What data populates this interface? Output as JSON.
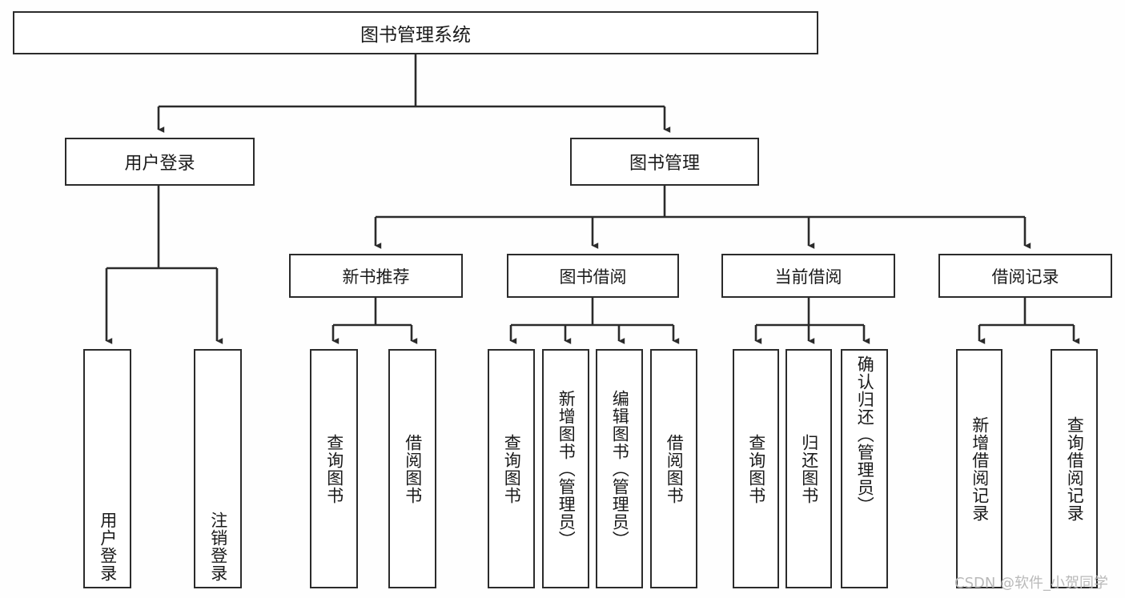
{
  "diagram": {
    "type": "tree-hierarchy",
    "title": "图书管理系统",
    "orientation": "top-down",
    "colors": {
      "stroke": "#2b2b2b",
      "box_fill": "#ffffff",
      "text": "#1a1a1a",
      "background": "#fefefe",
      "watermark": "#b9b9b9"
    },
    "root": {
      "label": "图书管理系统"
    },
    "level1": [
      {
        "label": "用户登录"
      },
      {
        "label": "图书管理"
      }
    ],
    "level2": [
      {
        "label": "新书推荐"
      },
      {
        "label": "图书借阅"
      },
      {
        "label": "当前借阅"
      },
      {
        "label": "借阅记录"
      }
    ],
    "leaves": {
      "user_login": [
        {
          "label": "用户登录"
        },
        {
          "label": "注销登录"
        }
      ],
      "new_book_recommend": [
        {
          "label": "查询图书"
        },
        {
          "label": "借阅图书"
        }
      ],
      "book_borrow": [
        {
          "label": "查询图书"
        },
        {
          "label": "新增图书（管理员）"
        },
        {
          "label": "编辑图书（管理员）"
        },
        {
          "label": "借阅图书"
        }
      ],
      "current_borrow": [
        {
          "label": "查询图书"
        },
        {
          "label": "归还图书"
        },
        {
          "label": "确认归还（管理员）"
        }
      ],
      "borrow_record": [
        {
          "label": "新增借阅记录"
        },
        {
          "label": "查询借阅记录"
        }
      ]
    }
  },
  "watermark": {
    "text": "CSDN @软件_小贺同学"
  }
}
